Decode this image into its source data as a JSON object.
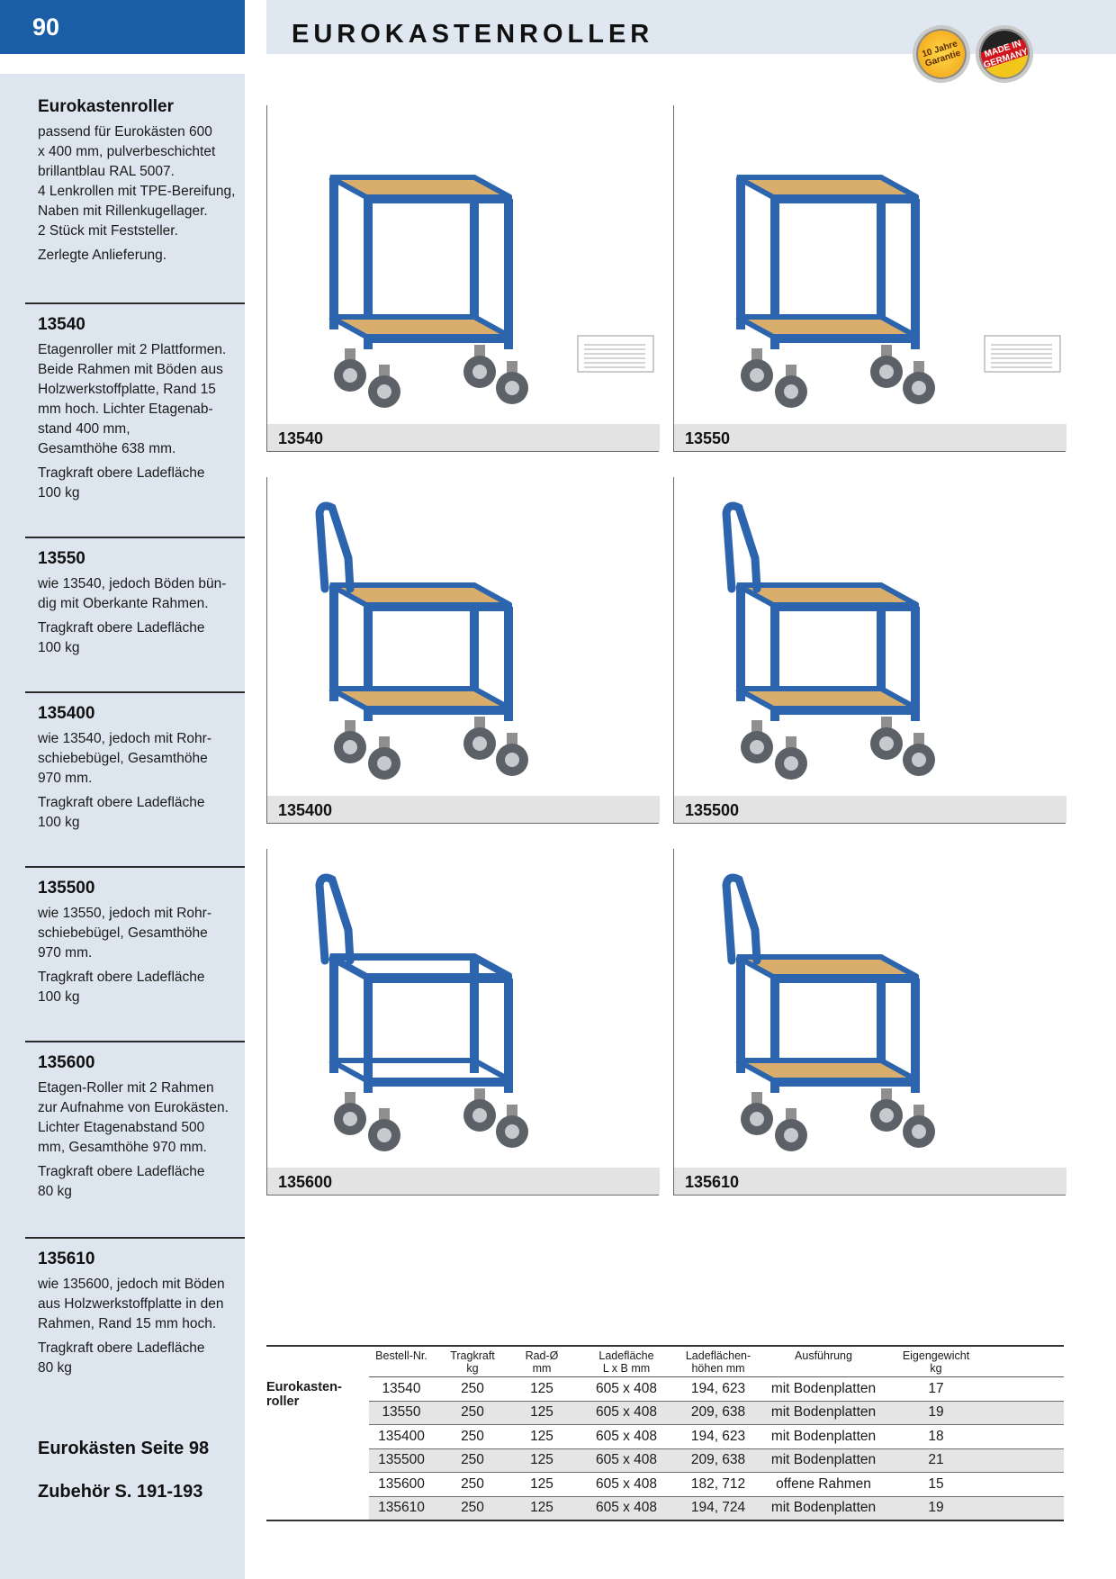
{
  "header": {
    "page_number": "90",
    "title": "EUROKASTENROLLER",
    "badges": [
      "10 Jahre Garantie",
      "MADE IN GERMANY"
    ]
  },
  "colors": {
    "accent_blue": "#1a5ea7",
    "sidebar_bg": "#dde6ef",
    "caption_bg": "#e3e3e3",
    "frame_blue": "#2c64ad",
    "wood": "#d9ad6c"
  },
  "sidebar": {
    "intro": {
      "heading": "Eurokastenroller",
      "p1": "passend für Eurokästen 600\nx 400 mm, pulverbeschichtet\nbrillantblau RAL 5007.\n4 Lenkrollen mit TPE-Bereifung,\nNaben mit Rillenkugellager.\n2 Stück mit Feststeller.",
      "p2": "Zerlegte Anlieferung."
    },
    "s13540": {
      "heading": "13540",
      "p1": "Etagenroller mit 2 Plattformen.\nBeide Rahmen mit Böden aus\nHolzwerkstoffplatte, Rand 15\nmm hoch. Lichter Etagenab-\nstand 400 mm,\nGesamthöhe 638 mm.",
      "p2": "Tragkraft obere Ladefläche\n100 kg"
    },
    "s13550": {
      "heading": "13550",
      "p1": "wie 13540, jedoch Böden bün-\ndig mit Oberkante Rahmen.",
      "p2": "Tragkraft obere Ladefläche\n100 kg"
    },
    "s135400": {
      "heading": "135400",
      "p1": "wie 13540, jedoch mit Rohr-\nschiebebügel, Gesamthöhe\n970 mm.",
      "p2": "Tragkraft obere Ladefläche\n100 kg"
    },
    "s135500": {
      "heading": "135500",
      "p1": "wie 13550, jedoch mit Rohr-\nschiebebügel, Gesamthöhe\n970 mm.",
      "p2": "Tragkraft obere Ladefläche\n100 kg"
    },
    "s135600": {
      "heading": "135600",
      "p1": "Etagen-Roller mit 2 Rahmen\nzur Aufnahme von Eurokästen.\nLichter Etagenabstand 500\nmm, Gesamthöhe 970 mm.",
      "p2": "Tragkraft obere Ladefläche\n80 kg"
    },
    "s135610": {
      "heading": "135610",
      "p1": "wie 135600, jedoch mit Böden\naus Holzwerkstoffplatte in den\nRahmen, Rand 15 mm hoch.",
      "p2": "Tragkraft obere Ladefläche\n80 kg"
    },
    "ref1": "Eurokästen Seite 98",
    "ref2": "Zubehör S. 191-193"
  },
  "products": [
    {
      "code": "13540",
      "handle": false,
      "shelves": "wood"
    },
    {
      "code": "13550",
      "handle": false,
      "shelves": "wood-flush"
    },
    {
      "code": "135400",
      "handle": true,
      "shelves": "wood"
    },
    {
      "code": "135500",
      "handle": true,
      "shelves": "wood-flush"
    },
    {
      "code": "135600",
      "handle": true,
      "shelves": "open"
    },
    {
      "code": "135610",
      "handle": true,
      "shelves": "wood"
    }
  ],
  "table": {
    "row_label": "Eurokasten-\nroller",
    "headers": [
      "Bestell-Nr.",
      "Tragkraft\nkg",
      "Rad-Ø\nmm",
      "Ladefläche\nL x B mm",
      "Ladeflächen-\nhöhen mm",
      "Ausführung",
      "Eigengewicht\nkg"
    ],
    "rows": [
      [
        "13540",
        "250",
        "125",
        "605 x 408",
        "194, 623",
        "mit Bodenplatten",
        "17"
      ],
      [
        "13550",
        "250",
        "125",
        "605 x 408",
        "209, 638",
        "mit Bodenplatten",
        "19"
      ],
      [
        "135400",
        "250",
        "125",
        "605 x 408",
        "194, 623",
        "mit Bodenplatten",
        "18"
      ],
      [
        "135500",
        "250",
        "125",
        "605 x 408",
        "209, 638",
        "mit Bodenplatten",
        "21"
      ],
      [
        "135600",
        "250",
        "125",
        "605 x 408",
        "182, 712",
        "offene Rahmen",
        "15"
      ],
      [
        "135610",
        "250",
        "125",
        "605 x 408",
        "194, 724",
        "mit Bodenplatten",
        "19"
      ]
    ]
  }
}
